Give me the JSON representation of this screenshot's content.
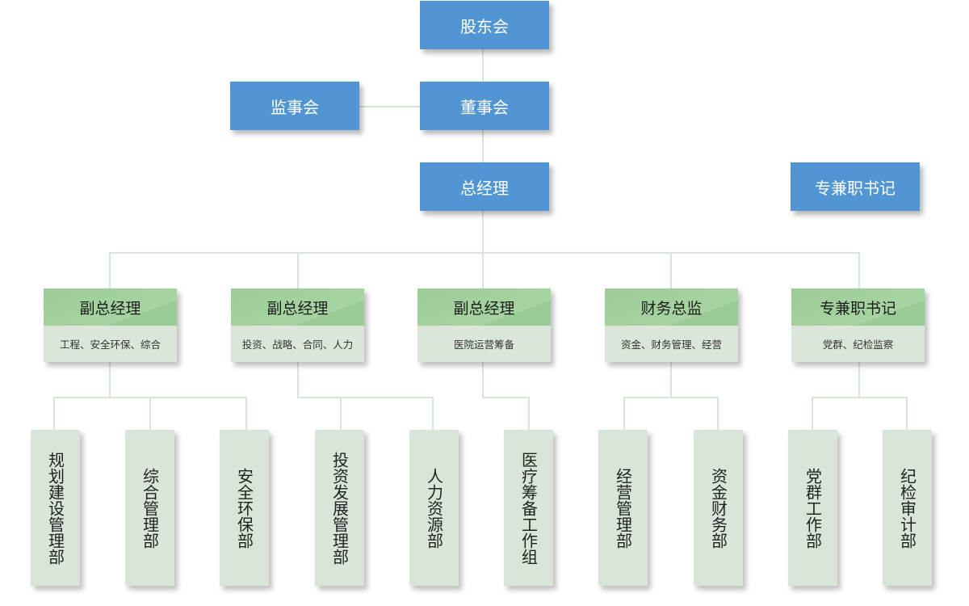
{
  "top": {
    "shareholders": "股东会",
    "board": "董事会",
    "supervisors": "监事会",
    "general_manager": "总经理",
    "party_secretary": "专兼职书记"
  },
  "executives": [
    {
      "title": "副总经理",
      "scope": "工程、安全环保、综合"
    },
    {
      "title": "副总经理",
      "scope": "投资、战略、合同、人力"
    },
    {
      "title": "副总经理",
      "scope": "医院运营筹备"
    },
    {
      "title": "财务总监",
      "scope": "资金、财务管理、经营"
    },
    {
      "title": "专兼职书记",
      "scope": "党群、纪检监察"
    }
  ],
  "departments": [
    "规划建设管理部",
    "综合管理部",
    "安全环保部",
    "投资发展管理部",
    "人力资源部",
    "医疗筹备工作组",
    "经营管理部",
    "资金财务部",
    "党群工作部",
    "纪检审计部"
  ],
  "colors": {
    "top_box": "#5196d2",
    "exec_header": "#a2d09e",
    "exec_sub": "#dae6da",
    "department": "#d9e5d9",
    "connector": "#d6e5d8"
  }
}
